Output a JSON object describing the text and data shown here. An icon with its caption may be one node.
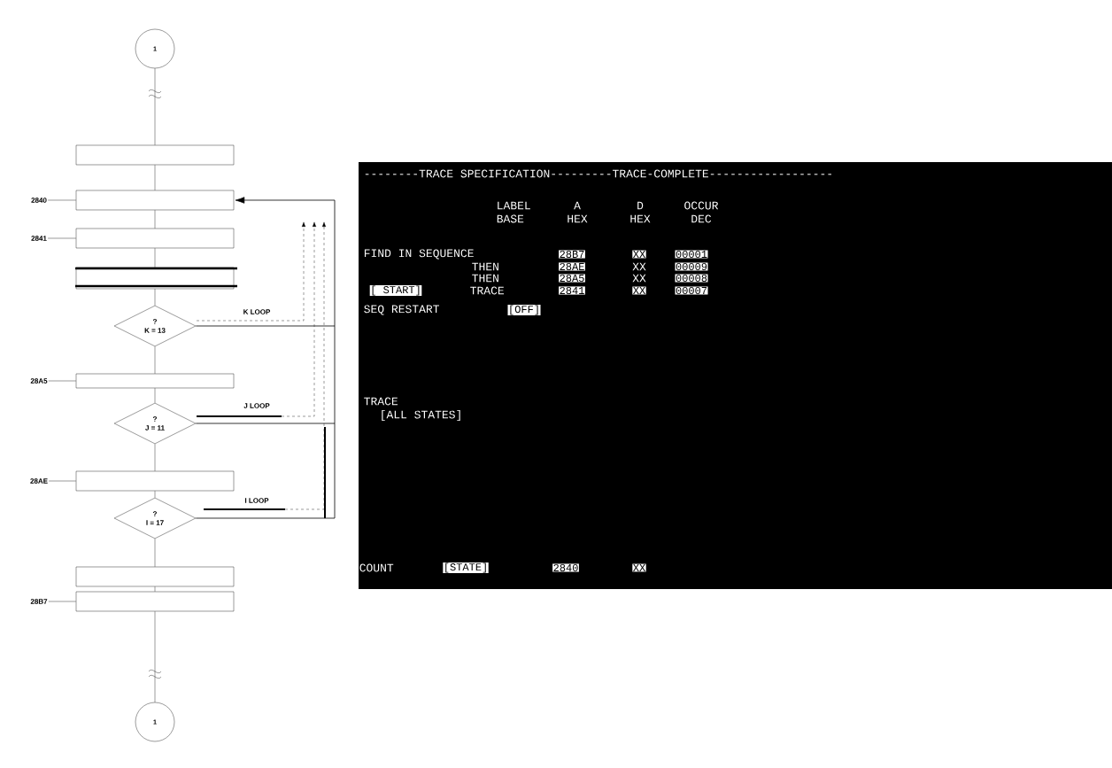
{
  "diagram": {
    "nodes": [
      {
        "text": [
          "1"
        ]
      },
      {
        "text": [],
        "shape": "box"
      },
      {
        "text": [],
        "shape": "box"
      },
      {
        "text": [],
        "shape": "box"
      },
      {
        "text": [],
        "shape": "box"
      },
      {
        "text": [
          "?",
          "K = 13"
        ]
      },
      {
        "text": [],
        "shape": "box"
      },
      {
        "text": [
          "?",
          "J = 11"
        ]
      },
      {
        "text": [],
        "shape": "box"
      },
      {
        "text": [
          "?",
          "I = 17"
        ]
      },
      {
        "text": [],
        "shape": "box"
      },
      {
        "text": [],
        "shape": "box"
      },
      {
        "text": [
          "1"
        ]
      },
      {
        "text": [
          "2840"
        ]
      },
      {
        "text": [
          "2841"
        ]
      },
      {
        "text": [
          "28A5"
        ]
      },
      {
        "text": [
          "28AE"
        ]
      },
      {
        "text": [
          "28B7"
        ]
      }
    ],
    "edges": [
      {
        "from": 0,
        "to": 1,
        "arrow": "none"
      },
      {
        "from": 1,
        "to": 2,
        "arrow": "none"
      },
      {
        "from": 2,
        "to": 3,
        "arrow": "none"
      },
      {
        "from": 3,
        "to": 4,
        "arrow": "none"
      },
      {
        "from": 4,
        "to": 5,
        "arrow": "none"
      },
      {
        "from": 5,
        "to": 6,
        "arrow": "none"
      },
      {
        "from": 6,
        "to": 7,
        "arrow": "none"
      },
      {
        "from": 7,
        "to": 8,
        "arrow": "none"
      },
      {
        "from": 8,
        "to": 9,
        "arrow": "none"
      },
      {
        "from": 9,
        "to": 10,
        "arrow": "none"
      },
      {
        "from": 10,
        "to": 11,
        "arrow": "none"
      },
      {
        "from": 11,
        "to": 12,
        "arrow": "none"
      },
      {
        "from": 5,
        "to": 2,
        "arrow": "to"
      },
      {
        "from": 7,
        "to": 2,
        "arrow": "to"
      },
      {
        "from": 9,
        "to": 2,
        "arrow": "to"
      },
      {
        "from": 13,
        "to": 2,
        "arrow": "none"
      },
      {
        "from": 14,
        "to": 3,
        "arrow": "none"
      },
      {
        "from": 15,
        "to": 6,
        "arrow": "none"
      },
      {
        "from": 16,
        "to": 8,
        "arrow": "none"
      },
      {
        "from": 17,
        "to": 11,
        "arrow": "none"
      }
    ],
    "labels": [
      "--------TRACE SPECIFICATION---------TRACE-COMPLETE------------------",
      "LABEL",
      "A",
      "D",
      "OCCUR",
      "BASE",
      "HEX",
      "HEX",
      "DEC",
      "FIND IN SEQUENCE",
      "28B7",
      "XX",
      "00001",
      "THEN",
      "28AE",
      "XX",
      "00009",
      "THEN",
      "28A5",
      "XX",
      "00008",
      "[ START]",
      "TRACE",
      "2841",
      "XX",
      "00007",
      "SEQ RESTART",
      "[OFF]",
      "TRACE",
      "[ALL STATES]",
      "COUNT",
      "[STATE]",
      "2840",
      "XX",
      "K LOOP",
      "J LOOP",
      "I LOOP"
    ]
  }
}
